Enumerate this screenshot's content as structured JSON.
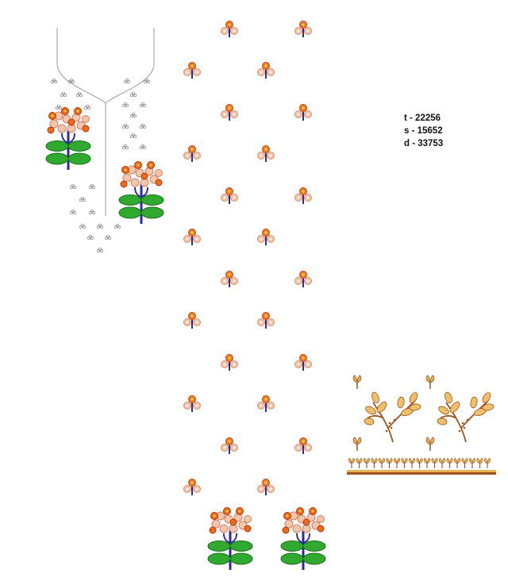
{
  "stats": {
    "t": "t - 22256",
    "s": "s - 15652",
    "d": "d - 33753"
  },
  "colors": {
    "stem": "#2e2aa0",
    "leaf": "#2faa2f",
    "petal_orange": "#e86a1c",
    "petal_pink": "#f2b9a0",
    "border_gold": "#e3b45a",
    "border_brown": "#a0521d"
  }
}
